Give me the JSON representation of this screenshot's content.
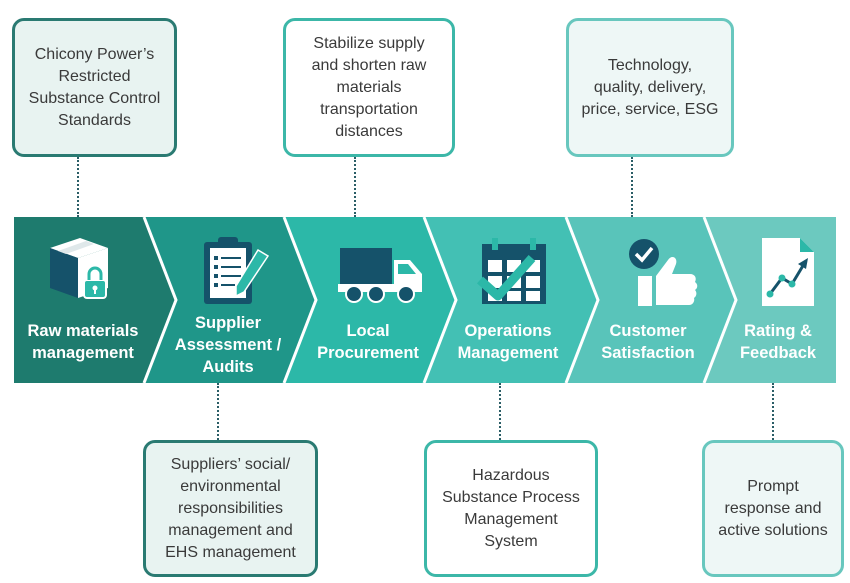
{
  "colors": {
    "seg1": "#1e7b6e",
    "seg2": "#1f9689",
    "seg3": "#2cb8a8",
    "seg4": "#43c0b4",
    "seg5": "#59c4ba",
    "seg6": "#6cc9bf",
    "navy": "#15526a",
    "box_border_dark": "#2a7a72",
    "box_border_mid": "#3cb7a8",
    "box_border_light": "#68c7be"
  },
  "top_boxes": [
    {
      "lines": [
        "Chicony Power’s",
        "Restricted",
        "Substance Control",
        "Standards"
      ]
    },
    {
      "lines": [
        "Stabilize supply",
        "and shorten raw",
        "materials",
        "transportation",
        "distances"
      ]
    },
    {
      "lines": [
        "Technology,",
        "quality, delivery,",
        "price, service, ESG"
      ]
    }
  ],
  "bottom_boxes": [
    {
      "lines": [
        "Suppliers’ social/",
        "environmental",
        "responsibilities",
        "management and",
        "EHS management"
      ]
    },
    {
      "lines": [
        "Hazardous",
        "Substance Process",
        "Management",
        "System"
      ]
    },
    {
      "lines": [
        "Prompt",
        "response and",
        "active solutions"
      ]
    }
  ],
  "stages": [
    {
      "lines": [
        "Raw materials",
        "management"
      ],
      "icon": "raw-materials-lock-icon"
    },
    {
      "lines": [
        "Supplier",
        "Assessment /",
        "Audits"
      ],
      "icon": "clipboard-pen-icon"
    },
    {
      "lines": [
        "Local",
        "Procurement"
      ],
      "icon": "truck-icon"
    },
    {
      "lines": [
        "Operations",
        "Management"
      ],
      "icon": "calendar-check-icon"
    },
    {
      "lines": [
        "Customer",
        "Satisfaction"
      ],
      "icon": "thumbs-up-check-icon"
    },
    {
      "lines": [
        "Rating &",
        "Feedback"
      ],
      "icon": "document-chart-icon"
    }
  ]
}
